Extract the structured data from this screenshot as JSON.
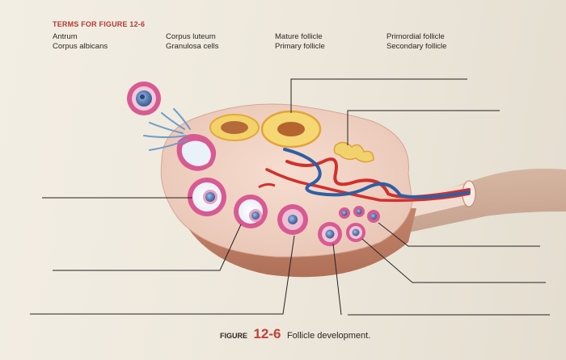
{
  "terms": {
    "title": "TERMS FOR FIGURE 12-6",
    "col1": [
      "Antrum",
      "Corpus albicans"
    ],
    "col2": [
      "Corpus luteum",
      "Granulosa cells"
    ],
    "col3": [
      "Mature follicle",
      "Primary follicle"
    ],
    "col4": [
      "Primordial follicle",
      "Secondary follicle"
    ]
  },
  "caption": {
    "prefix": "FIGURE",
    "number": "12-6",
    "text": "Follicle development."
  },
  "colors": {
    "term_title": "#b23a34",
    "caption_number": "#c0403a",
    "ovary_tissue": "#eecfc1",
    "corpus_luteum": "#f3d26a",
    "follicle_ring": "#d85a92",
    "artery": "#d2302c",
    "vein": "#2e5fa6"
  }
}
